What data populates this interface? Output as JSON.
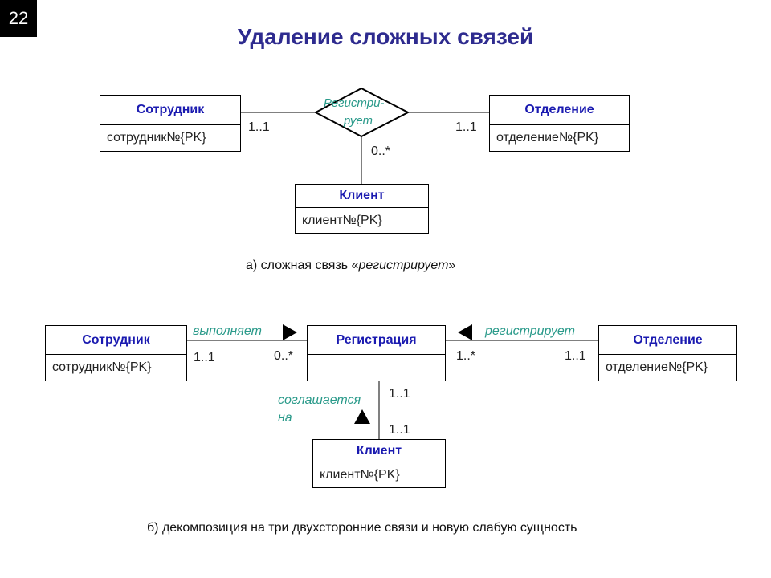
{
  "slide_number": "22",
  "title": "Удаление сложных связей",
  "part_a": {
    "employee": {
      "name": "Сотрудник",
      "attr": "сотрудник№{PK}"
    },
    "department": {
      "name": "Отделение",
      "attr": "отделение№{PK}"
    },
    "client": {
      "name": "Клиент",
      "attr": "клиент№{PK}"
    },
    "relationship": {
      "line1": "Регистри-",
      "line2": "рует"
    },
    "mult_employee": "1..1",
    "mult_department": "1..1",
    "mult_client": "0..*",
    "caption_prefix": "а) сложная связь «",
    "caption_italic": "регистрирует",
    "caption_suffix": "»"
  },
  "part_b": {
    "employee": {
      "name": "Сотрудник",
      "attr": "сотрудник№{PK}"
    },
    "registration": {
      "name": "Регистрация"
    },
    "department": {
      "name": "Отделение",
      "attr": "отделение№{PK}"
    },
    "client": {
      "name": "Клиент",
      "attr": "клиент№{PK}"
    },
    "rel_performs": "выполняет",
    "rel_registers": "регистрирует",
    "rel_agrees_line1": "соглашается",
    "rel_agrees_line2": "на",
    "mult_emp_side": "1..1",
    "mult_reg_left": "0..*",
    "mult_reg_right": "1..*",
    "mult_dep_side": "1..1",
    "mult_reg_bottom": "1..1",
    "mult_client_top": "1..1",
    "caption": "б) декомпозиция на три двухсторонние связи и новую слабую сущность"
  }
}
